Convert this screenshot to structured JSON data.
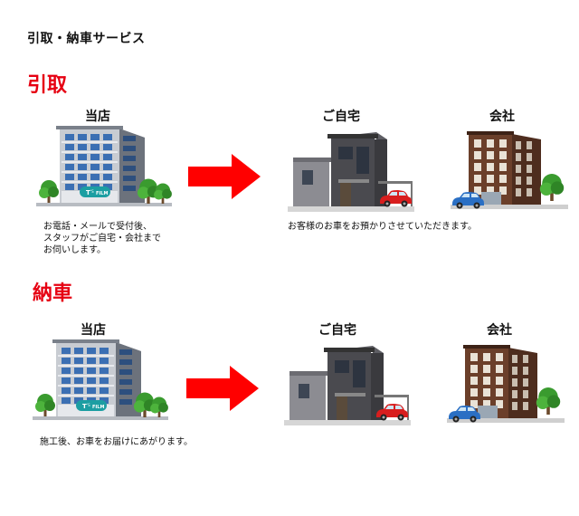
{
  "page_title": "引取・納車サービス",
  "sections": [
    {
      "heading": "引取",
      "labels": {
        "store": "当店",
        "home": "ご自宅",
        "office": "会社"
      },
      "store_description": [
        "お電話・メールで受付後、",
        "スタッフがご自宅・会社まで",
        "お伺いします。"
      ],
      "destination_description": [
        "お客様のお車をお預かりさせていただきます。"
      ]
    },
    {
      "heading": "納車",
      "labels": {
        "store": "当店",
        "home": "ご自宅",
        "office": "会社"
      },
      "store_description": [
        "施工後、お車をお届けにあがります。"
      ]
    }
  ],
  "store_sign": {
    "brand": "T'S FILM",
    "mark": "T",
    "apostrophe_s": "'S",
    "film": "FILM"
  },
  "colors": {
    "accent_red": "#e60012",
    "arrow_red": "#ff0000",
    "store_facade": "#c8ccd2",
    "store_windows": "#3b6fb3",
    "store_sign": "#1c9ea2",
    "home_dark": "#4a4a4f",
    "home_light": "#8c8c92",
    "office_brick": "#6b3f2a",
    "tree_green": "#3a9b2f",
    "car_red": "#d81e1e",
    "car_blue": "#2a6fc4"
  }
}
